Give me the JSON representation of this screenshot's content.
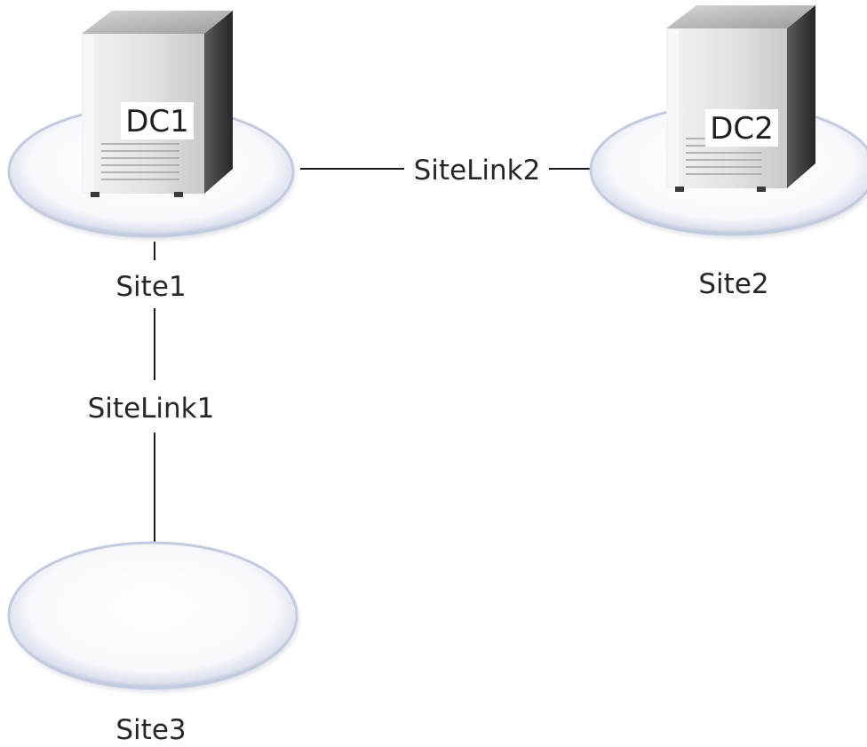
{
  "sites": [
    {
      "name": "Site1",
      "server": "DC1"
    },
    {
      "name": "Site2",
      "server": "DC2"
    },
    {
      "name": "Site3",
      "server": ""
    }
  ],
  "links": [
    {
      "name": "SiteLink1",
      "from": "Site1",
      "to": "Site3"
    },
    {
      "name": "SiteLink2",
      "from": "Site1",
      "to": "Site2"
    }
  ],
  "colors": {
    "ellipse_fill": "#ffffff",
    "ellipse_rim": "#c3cbe0",
    "ellipse_shadow": "#9aa2b2",
    "line": "#1a1a1a",
    "server_front": "#e4e4e4",
    "server_side": "#3a3a3a",
    "server_top": "#b9b9b9",
    "label_bg": "#ffffff"
  },
  "icons": {
    "server": "server-tower-icon"
  }
}
